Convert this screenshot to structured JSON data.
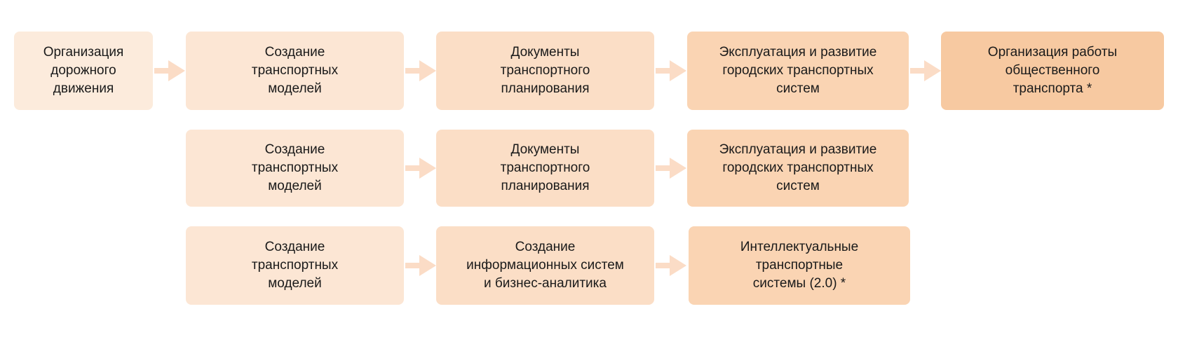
{
  "rows": [
    [
      "Организация\nдорожного\nдвижения",
      "Создание\nтранспортных\nмоделей",
      "Документы\nтранспортного\nпланирования",
      "Эксплуатация и развитие\nгородских транспортных\nсистем",
      "Организация работы\nобщественного\nтранспорта *"
    ],
    [
      "Создание\nтранспортных\nмоделей",
      "Документы\nтранспортного\nпланирования",
      "Эксплуатация и развитие\nгородских транспортных\nсистем"
    ],
    [
      "Создание\nтранспортных\nмоделей",
      "Создание\nинформационных систем\nи бизнес-аналитика",
      "Интеллектуальные\nтранспортные\nсистемы (2.0) *"
    ]
  ]
}
